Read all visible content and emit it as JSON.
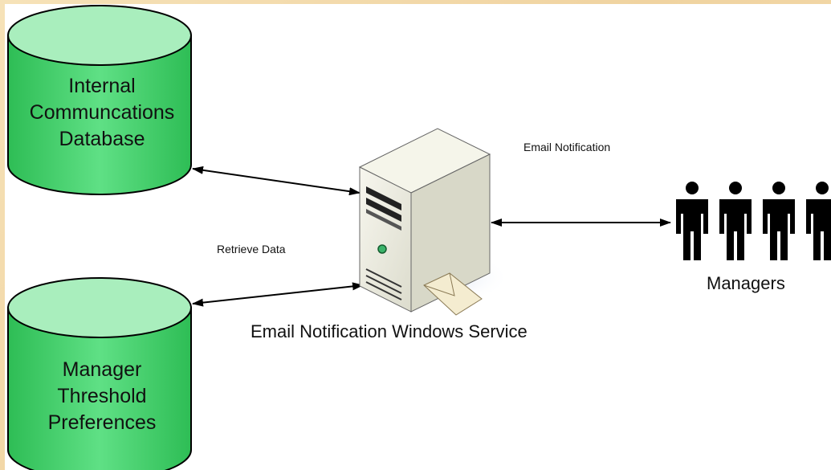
{
  "databases": [
    {
      "name": "internal-communications-db",
      "lines": [
        "Internal",
        "Communcations",
        "Database"
      ]
    },
    {
      "name": "manager-threshold-db",
      "lines": [
        "Manager",
        "Threshold",
        "Preferences"
      ]
    }
  ],
  "edges": {
    "retrieve_label": "Retrieve Data",
    "email_label": "Email Notification"
  },
  "server": {
    "label": "Email Notification Windows Service",
    "icon": "server-icon",
    "envelope_icon": "envelope-icon"
  },
  "managers": {
    "label": "Managers",
    "count": 4,
    "icon": "person-icon"
  },
  "colors": {
    "database_fill": "#3ecc63",
    "database_top": "#a9eebd",
    "border": "#f3ddb0",
    "stroke": "#000000"
  }
}
